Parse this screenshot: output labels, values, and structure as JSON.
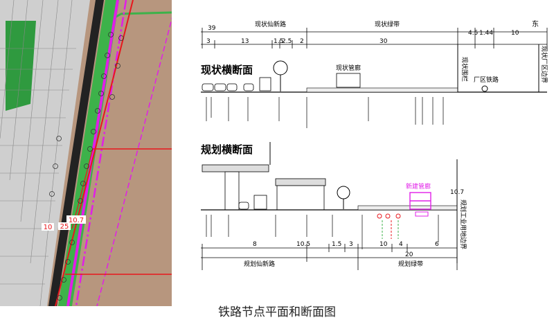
{
  "caption": "铁路节点平面和断面图",
  "map": {
    "labels": {
      "dist_a": "10.7",
      "dist_b": "10",
      "dist_c": "25"
    },
    "colors": {
      "land": "#b7967e",
      "green": "#3db24a",
      "magenta": "#e11ee8",
      "red": "#e8161c",
      "road": "#222222"
    }
  },
  "section": {
    "top_dims": [
      "39",
      "3",
      "13",
      "1.5",
      "2.5",
      "2",
      "30",
      "4.5",
      "1.44",
      "10"
    ],
    "top_headers": {
      "road": "现状仙新路",
      "green": "现状绿带",
      "east": "东"
    },
    "current": {
      "title": "现状横断面",
      "pipe_corridor": "现状管廊",
      "fence": "现状围栏",
      "railway": "厂区铁路",
      "factory_boundary": "现状厂区边界"
    },
    "planned": {
      "title": "规划横断面",
      "new_corridor": "新建管廊",
      "dim_107": "10.7",
      "land_boundary": "规划工业用地边界"
    },
    "bottom_dims": [
      "8",
      "10.5",
      "1.5",
      "3",
      "10",
      "4",
      "6",
      "20"
    ],
    "bottom_headers": {
      "road": "规划仙新路",
      "green": "规划绿带"
    }
  }
}
